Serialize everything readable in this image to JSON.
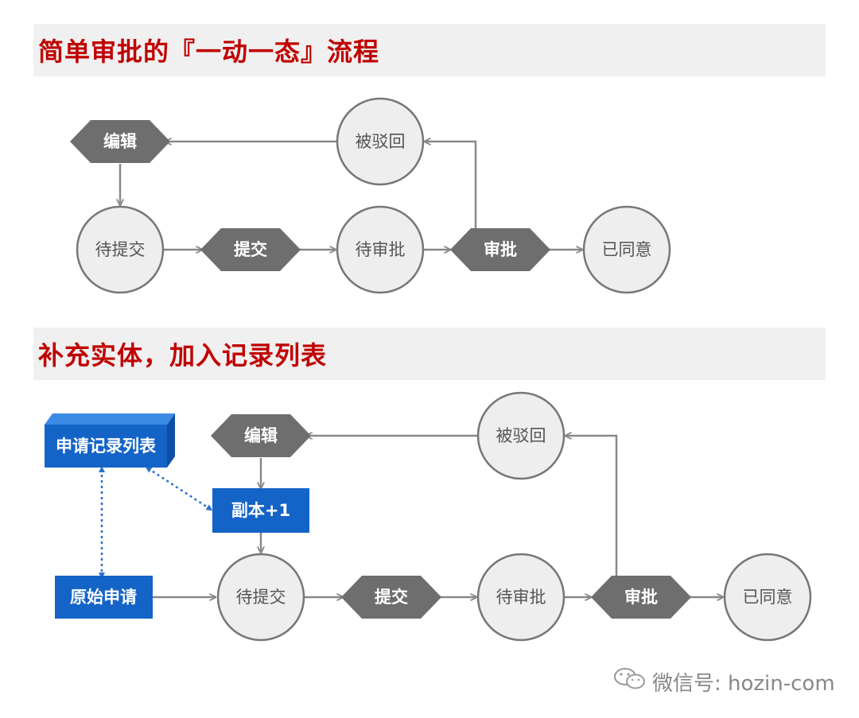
{
  "section1": {
    "title": "简单审批的『一动一态』流程",
    "nodes": {
      "edit": "编辑",
      "rejected": "被驳回",
      "pending_submit": "待提交",
      "submit": "提交",
      "pending_approval": "待审批",
      "approve": "审批",
      "agreed": "已同意"
    }
  },
  "section2": {
    "title": "补充实体，加入记录列表",
    "nodes": {
      "record_list": "申请记录列表",
      "copy_plus_one": "副本+1",
      "original_request": "原始申请",
      "edit": "编辑",
      "rejected": "被驳回",
      "pending_submit": "待提交",
      "submit": "提交",
      "pending_approval": "待审批",
      "approve": "审批",
      "agreed": "已同意"
    }
  },
  "watermark": {
    "text": "微信号: hozin-com",
    "icon": "wechat-icon"
  },
  "colors": {
    "title_red": "#c00000",
    "header_bg": "#f0f0f0",
    "hexagon_fill": "#6e6e6e",
    "circle_fill": "#eeeeee",
    "circle_stroke": "#777777",
    "entity_blue": "#1464c8",
    "dotted_link_blue": "#2a6fd0",
    "arrow_gray": "#888888"
  }
}
